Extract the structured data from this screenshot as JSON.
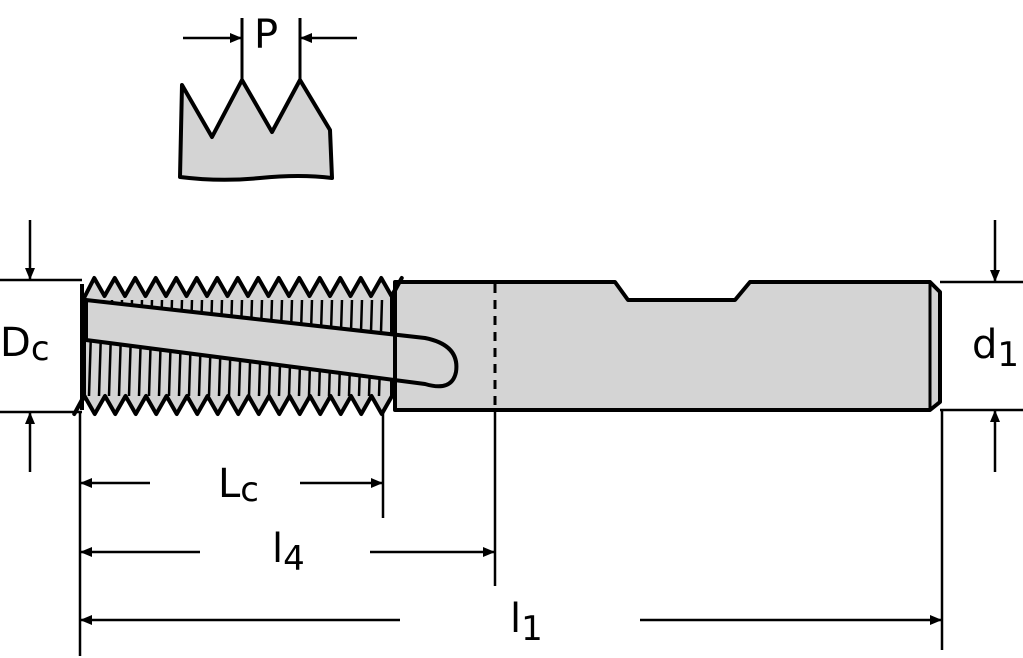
{
  "labels": {
    "pitch": {
      "main": "P"
    },
    "cutting_diameter": {
      "main": "D",
      "sub": "c"
    },
    "shank_diameter": {
      "main": "d",
      "sub": "1"
    },
    "cutting_length": {
      "main": "L",
      "sub": "c"
    },
    "usable_length": {
      "main": "l",
      "sub": "4"
    },
    "overall_length": {
      "main": "l",
      "sub": "1"
    }
  },
  "colors": {
    "fill": "#d4d4d4",
    "line": "#000000"
  }
}
